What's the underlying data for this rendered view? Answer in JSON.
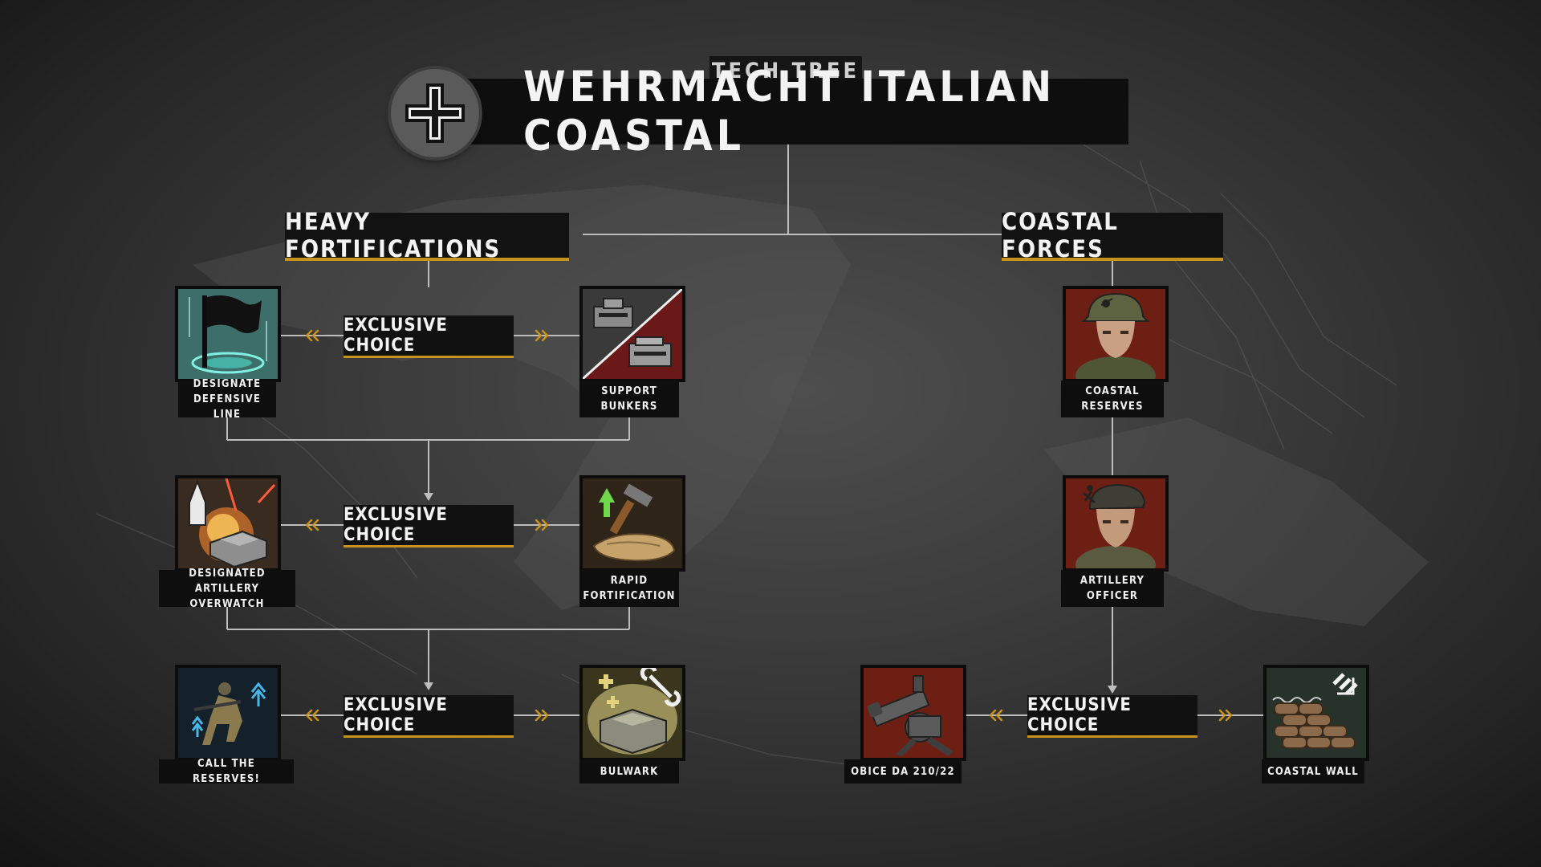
{
  "header": {
    "subtitle": "TECH TREE",
    "title": "WEHRMACHT ITALIAN COASTAL"
  },
  "emblem_icon": "balkenkreuz-icon",
  "branches": {
    "left": "HEAVY FORTIFICATIONS",
    "right": "COASTAL FORCES"
  },
  "choice_label": "EXCLUSIVE CHOICE",
  "nodes": {
    "designate_defensive_line": {
      "label": "DESIGNATE\nDEFENSIVE LINE",
      "icon": "flag-icon"
    },
    "support_bunkers": {
      "label": "SUPPORT\nBUNKERS",
      "icon": "bunker-icon"
    },
    "designated_artillery_overwatch": {
      "label": "DESIGNATED\nARTILLERY OVERWATCH",
      "icon": "artillery-shell-icon"
    },
    "rapid_fortification": {
      "label": "RAPID\nFORTIFICATION",
      "icon": "sandbag-hammer-icon"
    },
    "call_the_reserves": {
      "label": "CALL THE RESERVES!",
      "icon": "rifleman-icon"
    },
    "bulwark": {
      "label": "BULWARK",
      "icon": "bulwark-wrench-icon"
    },
    "coastal_reserves": {
      "label": "COASTAL\nRESERVES",
      "icon": "helmet-soldier-icon"
    },
    "artillery_officer": {
      "label": "ARTILLERY\nOFFICER",
      "icon": "officer-portrait-icon"
    },
    "obice": {
      "label": "OBICE DA 210/22",
      "icon": "howitzer-icon"
    },
    "coastal_wall": {
      "label": "COASTAL WALL",
      "icon": "sandbag-wall-icon"
    }
  },
  "colors": {
    "accent": "#c7921d",
    "connector": "#bdbdbd",
    "panel": "#111111"
  }
}
